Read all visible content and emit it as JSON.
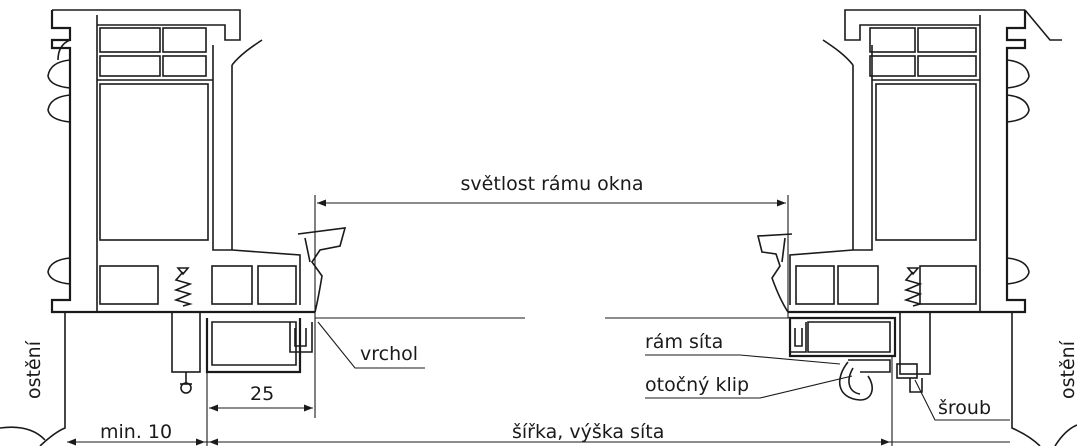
{
  "labels": {
    "clear_width": "světlost rámu okna",
    "top": "vrchol",
    "screen_frame": "rám síta",
    "rotary_clip": "otočný klip",
    "screw": "šroub",
    "dim_25": "25",
    "min_10": "min. 10",
    "screen_size": "šířka, výška síta",
    "reveal_left": "ostění",
    "reveal_right": "ostění"
  }
}
